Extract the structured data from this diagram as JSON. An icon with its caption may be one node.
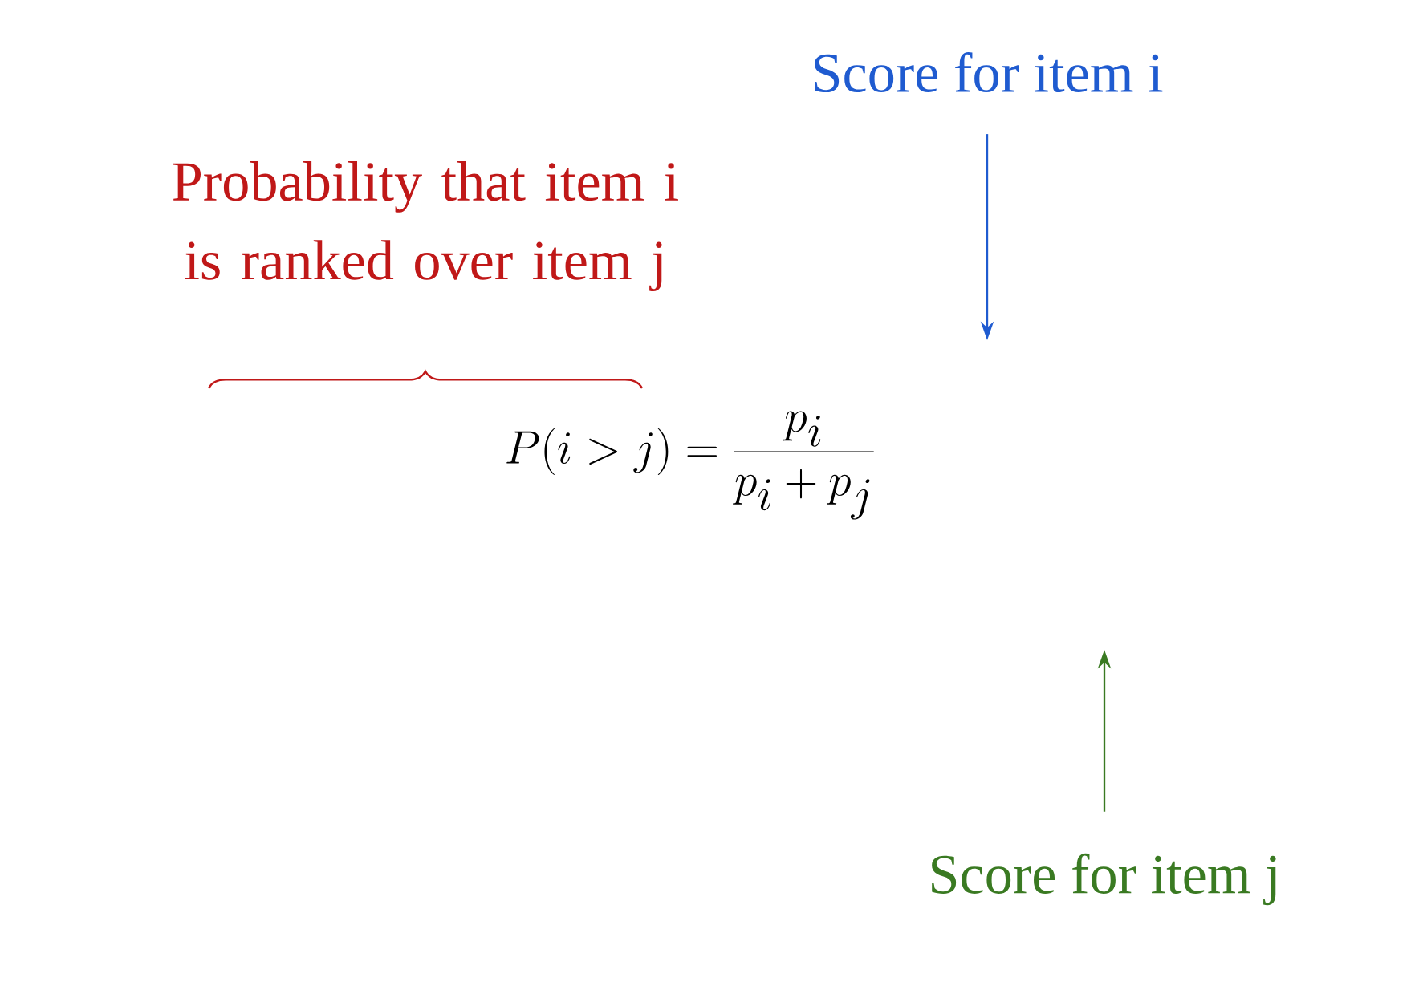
{
  "diagram": {
    "nodes": [
      {
        "text": [
          "Score for item i"
        ]
      },
      {
        "text": [
          "Score for item j"
        ]
      }
    ],
    "edges": [
      {
        "from": 0,
        "to": null,
        "arrow": "to",
        "color": "#1f5bd0"
      },
      {
        "from": 1,
        "to": null,
        "arrow": "to",
        "color": "#3a7a22"
      }
    ],
    "labels": [
      "Probability that item i is ranked over item j",
      "P(i > j) = \\frac{p_i}{p_i + p_j}"
    ]
  }
}
